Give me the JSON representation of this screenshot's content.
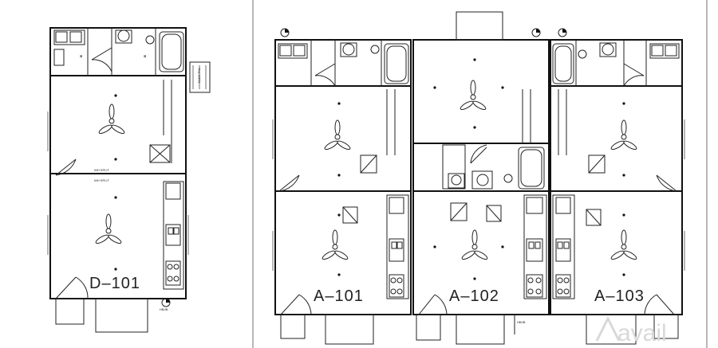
{
  "units": [
    {
      "id": "d101",
      "label": "D–101"
    },
    {
      "id": "a101",
      "label": "A–101"
    },
    {
      "id": "a102",
      "label": "A–102"
    },
    {
      "id": "a103",
      "label": "A–103"
    }
  ],
  "notes": {
    "wh_split_1": "WH SPLIT",
    "wh_split_2": "WH SPLIT",
    "hbib_1": "HB/IB",
    "hbib_2": "HB/IB",
    "panel_label": "ELEC PNL"
  },
  "watermark": {
    "text": "avail",
    "color": "#d9d9d9"
  },
  "colors": {
    "line": "#111111",
    "background": "#ffffff"
  }
}
